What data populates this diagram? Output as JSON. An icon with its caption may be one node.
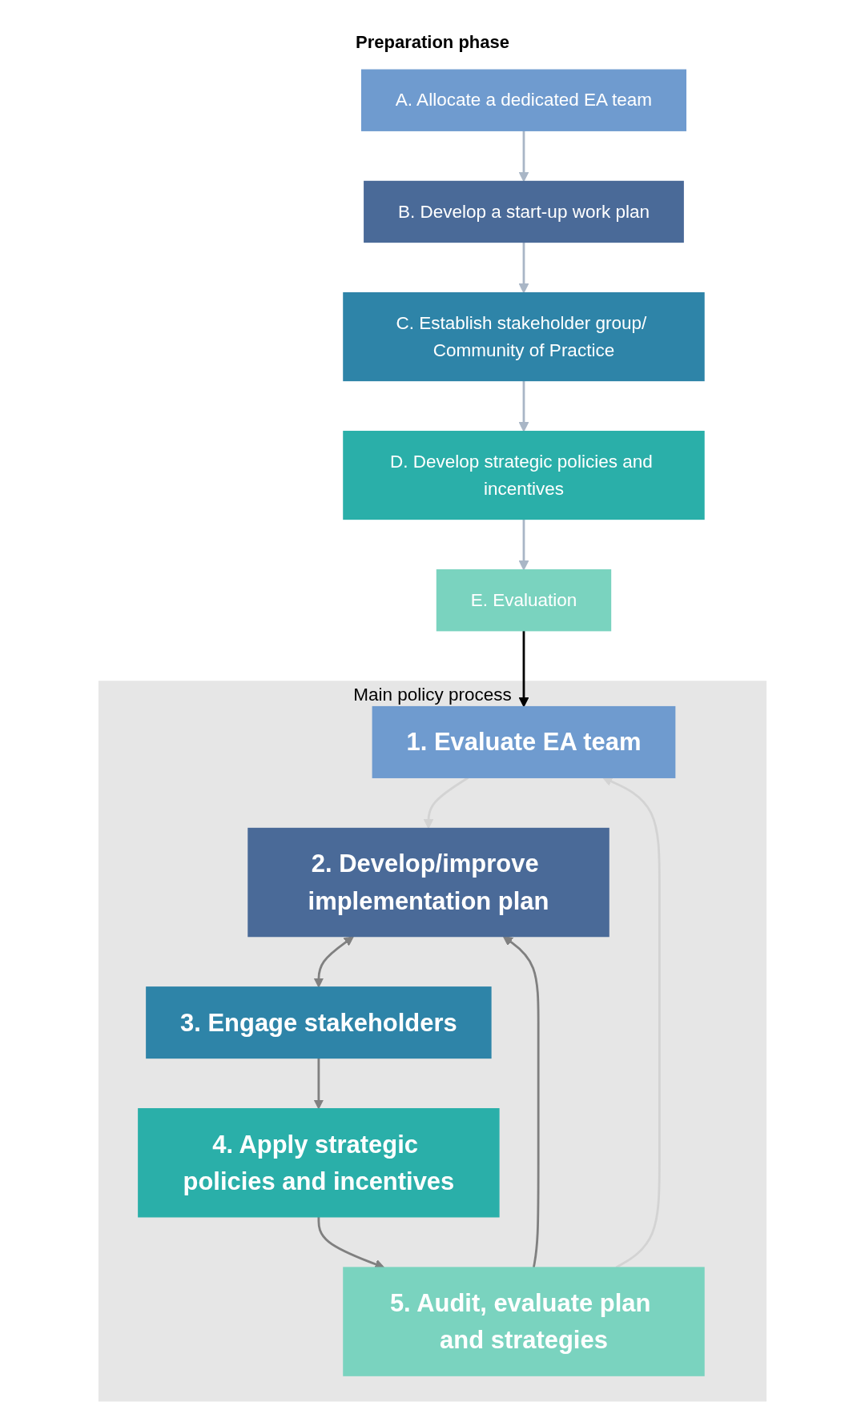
{
  "diagram": {
    "nodes": [
      {
        "text": [
          "A. Allocate a dedicated EA team"
        ]
      },
      {
        "text": [
          "B. Develop a start-up work plan"
        ]
      },
      {
        "text": [
          "C. Establish stakeholder group/ Community of Practice"
        ]
      },
      {
        "text": [
          "D. Develop strategic policies and incentives"
        ]
      },
      {
        "text": [
          "E. Evaluation"
        ]
      },
      {
        "text": [
          "Main policy process"
        ]
      },
      {
        "text": [
          "1. Evaluate EA team"
        ],
        "in": 5
      },
      {
        "text": [
          "2. Develop/improve implementation plan"
        ],
        "in": 5
      },
      {
        "text": [
          "3. Engage stakeholders"
        ],
        "in": 5
      },
      {
        "text": [
          "4. Apply strategic policies and incentives"
        ],
        "in": 5
      },
      {
        "text": [
          "5. Audit, evaluate plan and strategies"
        ],
        "in": 5
      }
    ],
    "edges": [
      {
        "from": 0,
        "to": 1,
        "arrow": "to",
        "color": "#a9b6c6"
      },
      {
        "from": 1,
        "to": 2,
        "arrow": "to",
        "color": "#a9b6c6"
      },
      {
        "from": 2,
        "to": 3,
        "arrow": "to",
        "color": "#a9b6c6"
      },
      {
        "from": 3,
        "to": 4,
        "arrow": "to",
        "color": "#a9b6c6"
      },
      {
        "from": 4,
        "to": 6,
        "arrow": "to",
        "color": "#000000"
      },
      {
        "from": 6,
        "to": 7,
        "arrow": "to",
        "color": "#d3d3d3"
      },
      {
        "from": 7,
        "to": 8,
        "arrow": "both",
        "color": "#808080"
      },
      {
        "from": 8,
        "to": 9,
        "arrow": "to",
        "color": "#808080"
      },
      {
        "from": 9,
        "to": 10,
        "arrow": "to",
        "color": "#808080"
      },
      {
        "from": 10,
        "to": 7,
        "arrow": "to",
        "color": "#808080"
      },
      {
        "from": 10,
        "to": 6,
        "arrow": "to",
        "color": "#d3d3d3"
      }
    ],
    "labels": [
      "Preparation phase"
    ]
  }
}
